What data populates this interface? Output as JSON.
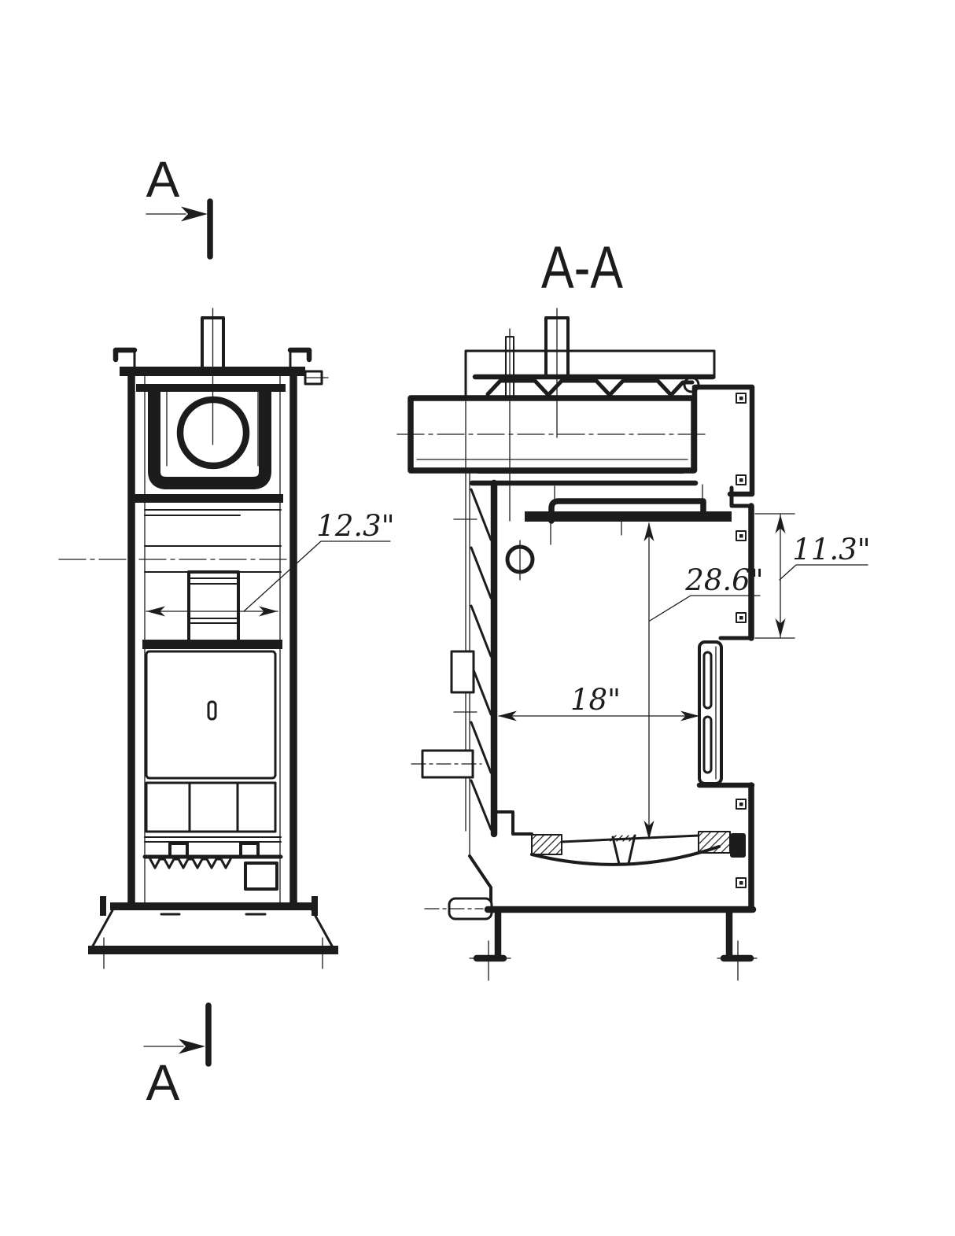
{
  "drawing": {
    "background_color": "#ffffff",
    "ink_color": "#1c1c1c",
    "section_view_title": "A-A",
    "section_cut_label_top": "A",
    "section_cut_label_bottom": "A",
    "dimensions": {
      "flue_opening_width": "12.3\"",
      "firebox_depth": "28.6\"",
      "rear_panel_offset": "11.3\"",
      "firebox_width": "18\""
    }
  }
}
